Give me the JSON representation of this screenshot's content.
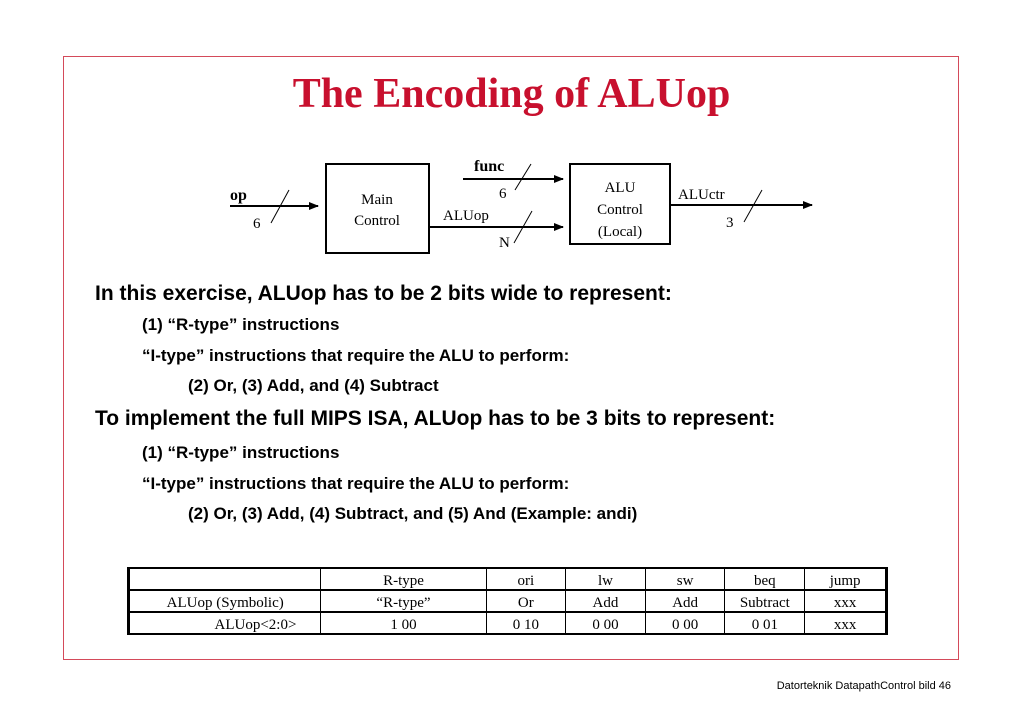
{
  "slide": {
    "title": "The Encoding of ALUop",
    "footer": "Datorteknik DatapathControl bild 46"
  },
  "diagram": {
    "op_label": "op",
    "op_width": "6",
    "main_control_line1": "Main",
    "main_control_line2": "Control",
    "func_label": "func",
    "func_width": "6",
    "aluop_label": "ALUop",
    "aluop_width": "N",
    "alu_control_line1": "ALU",
    "alu_control_line2": "Control",
    "alu_control_line3": "(Local)",
    "aluctr_label": "ALUctr",
    "aluctr_width": "3"
  },
  "body": {
    "lines": [
      "In this exercise, ALUop has to be 2 bits wide to represent:",
      "(1) “R-type” instructions",
      "“I-type” instructions that require the ALU to perform:",
      "(2) Or, (3) Add, and (4) Subtract",
      "To implement the full MIPS ISA, ALUop has to be 3 bits to represent:",
      "(1) “R-type” instructions",
      "“I-type” instructions that require the ALU to perform:",
      "(2) Or, (3) Add,  (4)  Subtract, and (5) And (Example: andi)"
    ]
  },
  "table": {
    "header": [
      "",
      "R-type",
      "ori",
      "lw",
      "sw",
      "beq",
      "jump"
    ],
    "rows": [
      [
        "ALUop (Symbolic)",
        "“R-type”",
        "Or",
        "Add",
        "Add",
        "Subtract",
        "xxx"
      ],
      [
        "ALUop<2:0>",
        "1 00",
        "0 10",
        "0 00",
        "0 00",
        "0 01",
        "xxx"
      ]
    ]
  }
}
